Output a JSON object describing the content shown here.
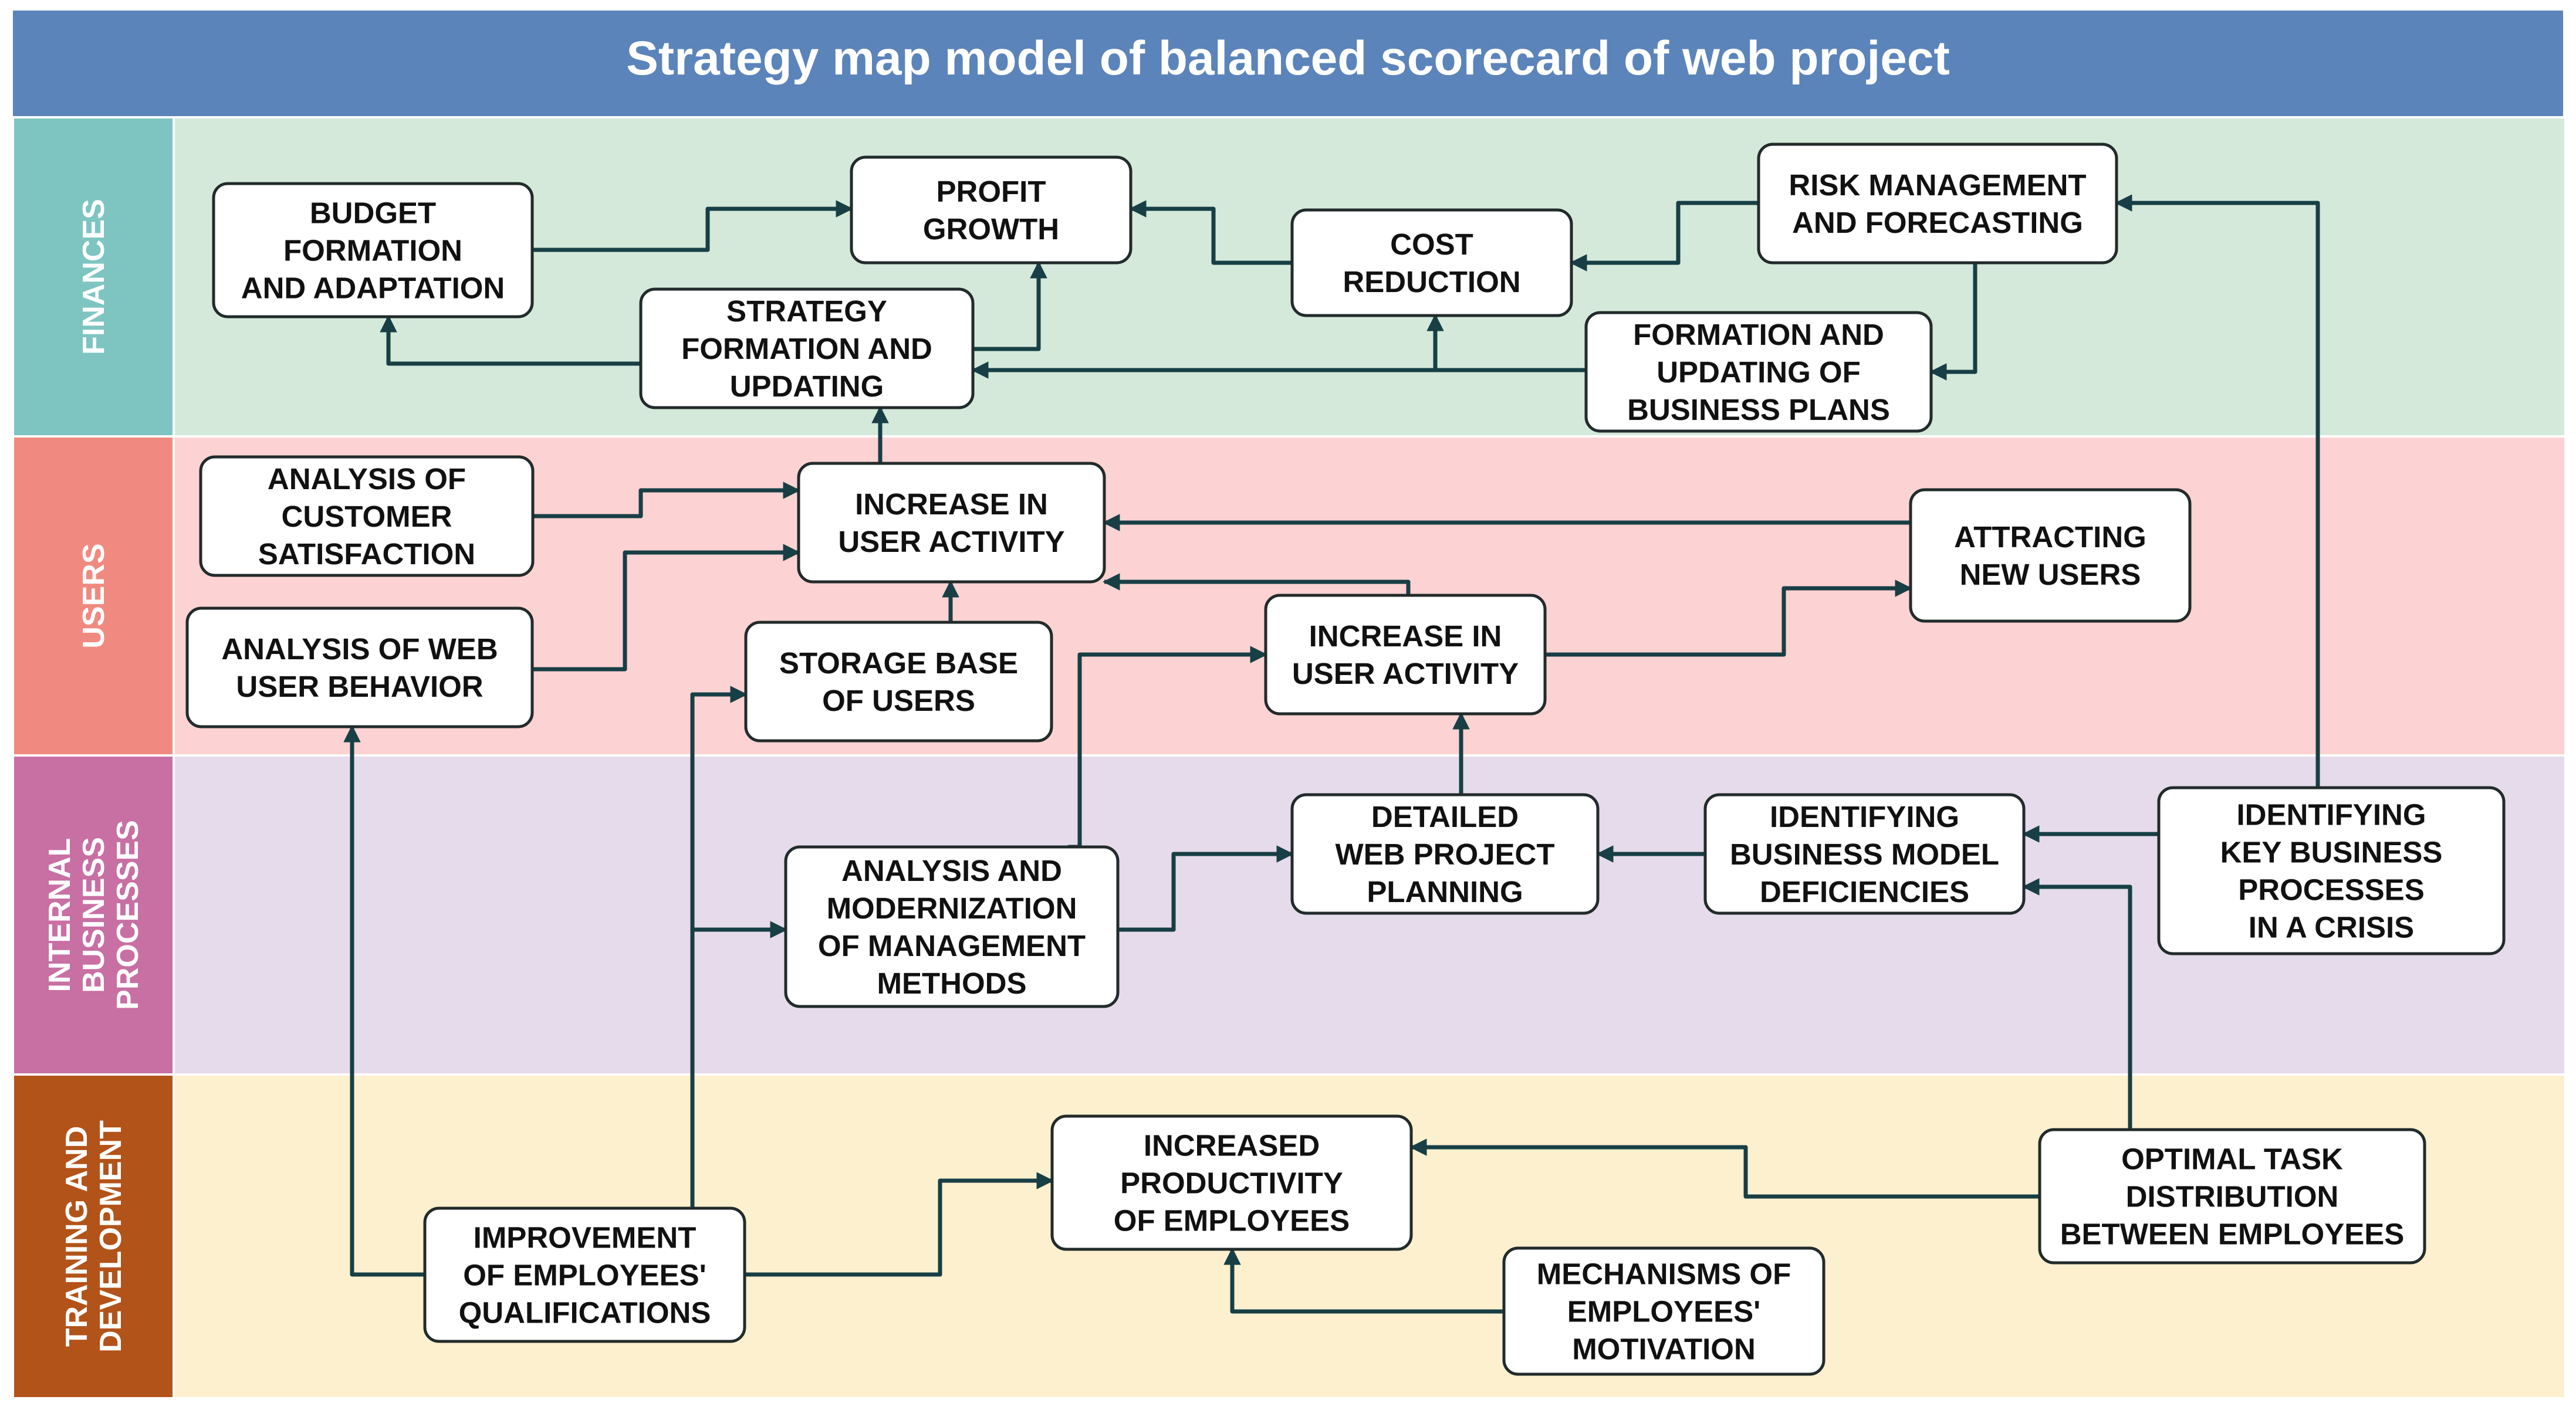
{
  "title": "Strategy map model of balanced scorecard  of web project",
  "colors": {
    "title_bar": "#5b84ba",
    "connector": "#173f45",
    "box_border": "#222b2b"
  },
  "lanes": [
    {
      "id": "finances",
      "label": [
        "FINANCES"
      ],
      "header_color": "#7ec5c2",
      "body_color": "#d4e9da"
    },
    {
      "id": "users",
      "label": [
        "USERS"
      ],
      "header_color": "#f08a80",
      "body_color": "#fdd2d2"
    },
    {
      "id": "internal",
      "label": [
        "INTERNAL",
        "BUSINESS",
        "PROCESSES"
      ],
      "header_color": "#c86fa3",
      "body_color": "#e6dbea"
    },
    {
      "id": "training",
      "label": [
        "TRAINING AND",
        "DEVELOPMENT"
      ],
      "header_color": "#b2531a",
      "body_color": "#fdf0ce"
    }
  ],
  "nodes": {
    "budget": [
      "BUDGET",
      "FORMATION",
      "AND ADAPTATION"
    ],
    "profit": [
      "PROFIT",
      "GROWTH"
    ],
    "cost": [
      "COST",
      "REDUCTION"
    ],
    "risk": [
      "RISK MANAGEMENT",
      "AND FORECASTING"
    ],
    "strategy": [
      "STRATEGY",
      "FORMATION AND",
      "UPDATING"
    ],
    "bizplans": [
      "FORMATION AND",
      "UPDATING OF",
      "BUSINESS PLANS"
    ],
    "satisfaction": [
      "ANALYSIS OF",
      "CUSTOMER",
      "SATISFACTION"
    ],
    "activity1": [
      "INCREASE IN",
      "USER ACTIVITY"
    ],
    "attracting": [
      "ATTRACTING",
      "NEW USERS"
    ],
    "behavior": [
      "ANALYSIS OF WEB",
      "USER BEHAVIOR"
    ],
    "storage": [
      "STORAGE BASE",
      "OF USERS"
    ],
    "activity2": [
      "INCREASE IN",
      "USER ACTIVITY"
    ],
    "modernization": [
      "ANALYSIS AND",
      "MODERNIZATION",
      "OF MANAGEMENT",
      "METHODS"
    ],
    "planning": [
      "DETAILED",
      "WEB PROJECT",
      "PLANNING"
    ],
    "deficiencies": [
      "IDENTIFYING",
      "BUSINESS MODEL",
      "DEFICIENCIES"
    ],
    "keyprocesses": [
      "IDENTIFYING",
      "KEY BUSINESS",
      "PROCESSES",
      "IN A CRISIS"
    ],
    "productivity": [
      "INCREASED",
      "PRODUCTIVITY",
      "OF EMPLOYEES"
    ],
    "taskdist": [
      "OPTIMAL TASK",
      "DISTRIBUTION",
      "BETWEEN EMPLOYEES"
    ],
    "qualifications": [
      "IMPROVEMENT",
      "OF EMPLOYEES'",
      "QUALIFICATIONS"
    ],
    "motivation": [
      "MECHANISMS OF",
      "EMPLOYEES'",
      "MOTIVATION"
    ]
  },
  "edges": [
    {
      "from": "budget",
      "to": "profit"
    },
    {
      "from": "cost",
      "to": "profit"
    },
    {
      "from": "risk",
      "to": "cost"
    },
    {
      "from": "risk",
      "to": "bizplans"
    },
    {
      "from": "strategy",
      "to": "profit"
    },
    {
      "from": "strategy",
      "to": "budget"
    },
    {
      "from": "bizplans",
      "to": "strategy"
    },
    {
      "from": "bizplans",
      "to": "cost"
    },
    {
      "from": "satisfaction",
      "to": "activity1"
    },
    {
      "from": "behavior",
      "to": "activity1"
    },
    {
      "from": "activity1",
      "to": "strategy"
    },
    {
      "from": "attracting",
      "to": "activity1"
    },
    {
      "from": "storage",
      "to": "activity1"
    },
    {
      "from": "activity2",
      "to": "activity1"
    },
    {
      "from": "activity2",
      "to": "attracting"
    },
    {
      "from": "modernization",
      "to": "activity2"
    },
    {
      "from": "modernization",
      "to": "planning"
    },
    {
      "from": "planning",
      "to": "activity2"
    },
    {
      "from": "deficiencies",
      "to": "planning"
    },
    {
      "from": "keyprocesses",
      "to": "deficiencies"
    },
    {
      "from": "keyprocesses",
      "to": "risk"
    },
    {
      "from": "taskdist",
      "to": "deficiencies"
    },
    {
      "from": "taskdist",
      "to": "productivity"
    },
    {
      "from": "motivation",
      "to": "productivity"
    },
    {
      "from": "qualifications",
      "to": "productivity"
    },
    {
      "from": "qualifications",
      "to": "behavior"
    },
    {
      "from": "qualifications",
      "to": "storage"
    },
    {
      "from": "qualifications",
      "to": "modernization"
    }
  ]
}
